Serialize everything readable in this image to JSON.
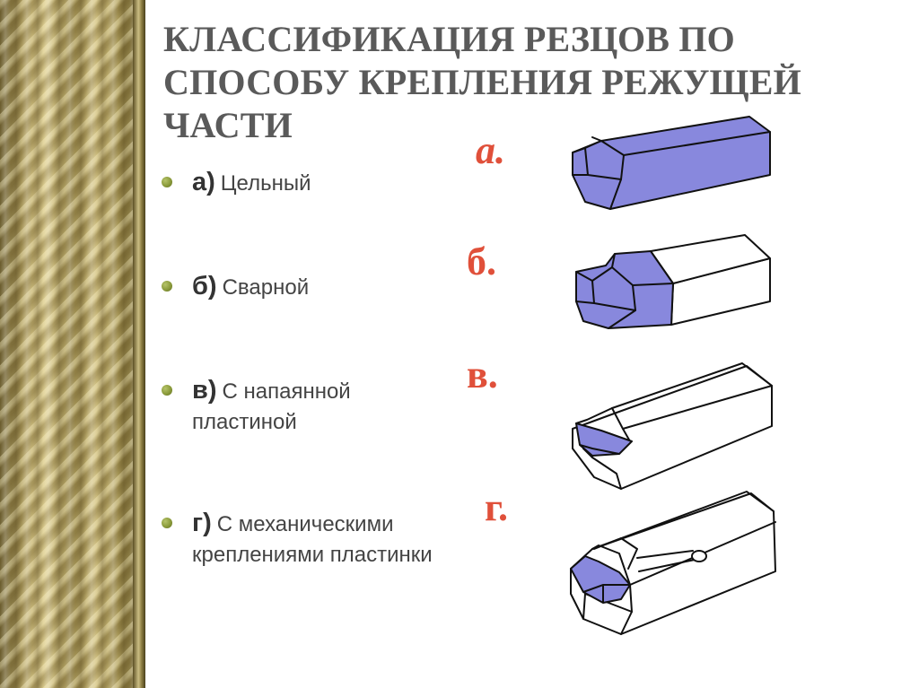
{
  "title": "КЛАССИФИКАЦИЯ РЕЗЦОВ ПО СПОСОБУ КРЕПЛЕНИЯ РЕЖУЩЕЙ ЧАСТИ",
  "items": [
    {
      "letter": "а)",
      "text": "Цельный"
    },
    {
      "letter": "б)",
      "text": "Сварной"
    },
    {
      "letter": "в)",
      "text": "С напаянной пластиной"
    },
    {
      "letter": "г)",
      "text": "С механическими креплениями пластинки"
    }
  ],
  "figure_labels": [
    "а.",
    "б.",
    "в.",
    "г."
  ],
  "colors": {
    "accent": "#e0503a",
    "insert_fill": "#8888dd",
    "text": "#444444",
    "title": "#5a5a5a",
    "bullet": "#8a9a3a"
  }
}
